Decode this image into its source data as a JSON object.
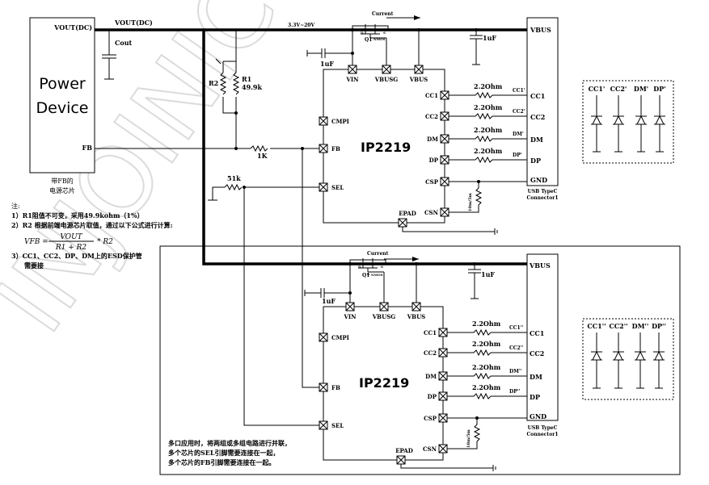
{
  "watermark": "INJOINIC",
  "power_device": {
    "label_line1": "Power",
    "label_line2": "Device",
    "vout_pin": "VOUT(DC)",
    "fb_pin": "FB",
    "caption_line1": "带FB的",
    "caption_line2": "电源芯片"
  },
  "net_vout": "VOUT(DC)",
  "cout": "Cout",
  "voltage_range": "3.3V~20V",
  "r1": {
    "name": "R1",
    "value": "49.9k"
  },
  "r2": {
    "name": "R2"
  },
  "r_fb": "1K",
  "r_sel": "51k",
  "notes": {
    "title": "注:",
    "n1": "1）R1阻值不可变，采用49.9kohm（1%）",
    "n2": "2）R2 根据前端电源芯片取值，通过以下公式进行计算:",
    "formula_lhs": "VFB =",
    "formula_num": "VOUT",
    "formula_den": "R1 + R2",
    "formula_rhs": "* R2",
    "n3_line1": "3）CC1、CC2、DP、DM上的ESD保护管",
    "n3_line2": "需要接",
    "multi_line1": "多口应用时，将两组或多组电路进行并联，",
    "multi_line2": "多个芯片的SEL引脚需要连接在一起，",
    "multi_line3": "多个芯片的FB引脚需要连接在一起。"
  },
  "chip1": {
    "name": "IP2219",
    "current": "Current",
    "q1": "Q1",
    "mos": "NMOS",
    "d": "D",
    "g": "G",
    "s": "S",
    "cap_vin": "1uF",
    "cap_vbus": "1uF",
    "rsense": "10m/5m",
    "pins": {
      "vin": "VIN",
      "vbusg": "VBUSG",
      "vbus": "VBUS",
      "cmpi": "CMPI",
      "fb": "FB",
      "sel": "SEL",
      "cc1": "CC1",
      "cc2": "CC2",
      "dm": "DM",
      "dp": "DP",
      "csp": "CSP",
      "csn": "CSN",
      "epad": "EPAD"
    },
    "res": [
      "2.2Ohm",
      "2.2Ohm",
      "2.2Ohm",
      "2.2Ohm"
    ],
    "nets": [
      "CC1'",
      "CC2'",
      "DM'",
      "DP'"
    ],
    "conn": {
      "vbus": "VBUS",
      "cc1": "CC1",
      "cc2": "CC2",
      "dm": "DM",
      "dp": "DP",
      "gnd": "GND",
      "title1": "USB TypeC",
      "title2": "Connector1"
    },
    "esd": [
      "CC1'",
      "CC2'",
      "DM'",
      "DP'"
    ]
  },
  "chip2": {
    "name": "IP2219",
    "current": "Current",
    "q1": "Q1",
    "mos": "NMOS",
    "d": "D",
    "g": "G",
    "s": "S",
    "cap_vin": "1uF",
    "cap_vbus": "1uF",
    "rsense": "10m/5m",
    "pins": {
      "vin": "VIN",
      "vbusg": "VBUSG",
      "vbus": "VBUS",
      "cmpi": "CMPI",
      "fb": "FB",
      "sel": "SEL",
      "cc1": "CC1",
      "cc2": "CC2",
      "dm": "DM",
      "dp": "DP",
      "csp": "CSP",
      "csn": "CSN",
      "epad": "EPAD"
    },
    "res": [
      "2.2Ohm",
      "2.2Ohm",
      "2.2Ohm",
      "2.2Ohm"
    ],
    "nets": [
      "CC1''",
      "CC2''",
      "DM''",
      "DP''"
    ],
    "conn": {
      "vbus": "VBUS",
      "cc1": "CC1",
      "cc2": "CC2",
      "dm": "DM",
      "dp": "DP",
      "gnd": "GND",
      "title1": "USB TypeC",
      "title2": "Connector1"
    },
    "esd": [
      "CC1''",
      "CC2''",
      "DM''",
      "DP''"
    ]
  }
}
